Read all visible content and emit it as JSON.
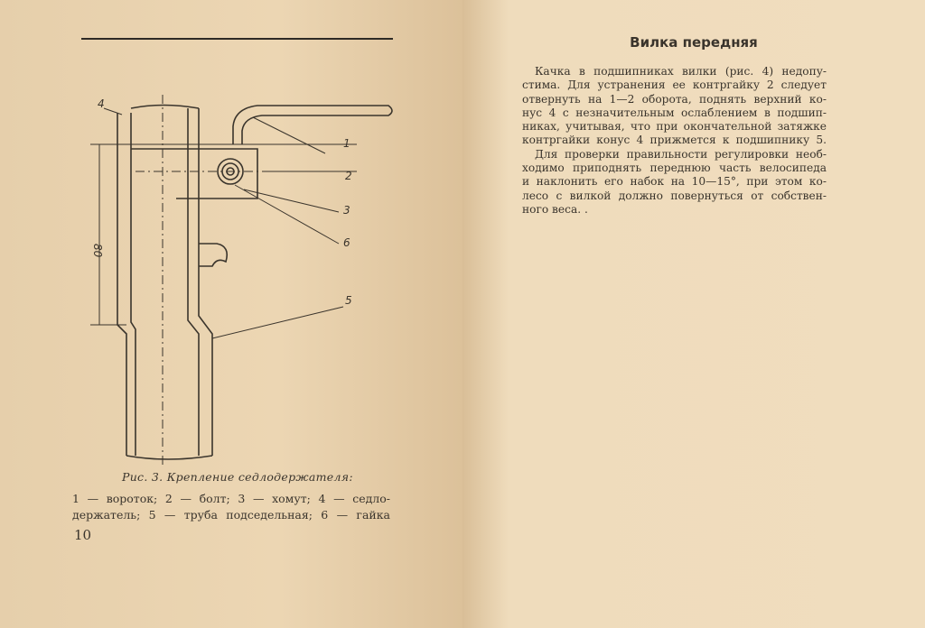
{
  "left_page": {
    "figure_labels": {
      "part1": "1",
      "part2": "2",
      "part3": "3",
      "part4": "4",
      "part5": "5",
      "part6": "6",
      "dimension": "80"
    },
    "caption": "Рис. 3. Крепление седлодержателя:",
    "legend_lines": [
      "1 — вороток; 2 — болт; 3 — хомут; 4 — седло-",
      "держатель; 5 — труба подседельная; 6 — гайка"
    ],
    "page_number": "10"
  },
  "right_page": {
    "title": "Вилка передняя",
    "paragraph_lines": [
      "Качка в подшипниках вилки (рис. 4) недопу-",
      "стима. Для устранения ее контргайку 2 следует",
      "отвернуть на 1—2 оборота, поднять верхний ко-",
      "нус 4 с незначительным ослаблением в подшип-",
      "никах, учитывая, что при окончательной затяжке",
      "контргайки конус 4 прижмется к подшипнику 5.",
      "Для проверки правильности регулировки необ-",
      "ходимо приподнять переднюю часть велосипеда",
      "и наклонить его набок на 10—15°, при этом ко-",
      "лесо с вилкой должно повернуться от собствен-",
      "ного веса. ."
    ]
  }
}
